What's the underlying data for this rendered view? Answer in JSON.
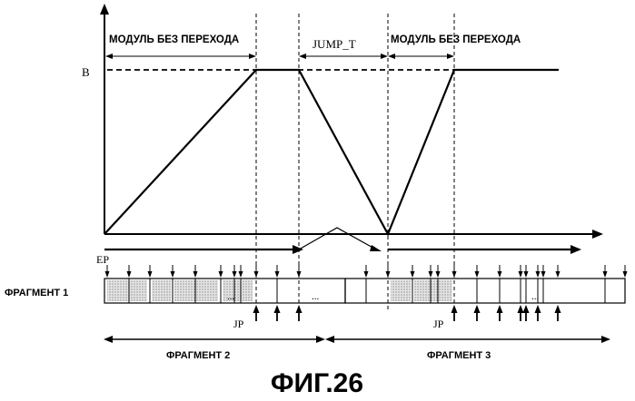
{
  "labels": {
    "module_left": "МОДУЛЬ БЕЗ ПЕРЕХОДА",
    "jump": "JUMP_T",
    "module_right": "МОДУЛЬ БЕЗ ПЕРЕХОДА",
    "b_level": "B",
    "ep": "EP",
    "fragment1": "ФРАГМЕНТ 1",
    "jp_left": "JP",
    "jp_right": "JP",
    "fragment2": "ФРАГМЕНТ 2",
    "fragment3": "ФРАГМЕНТ 3",
    "ellipsis_left": "...",
    "ellipsis_mid": "...",
    "ellipsis_right": "..."
  },
  "caption": "ФИГ.26",
  "colors": {
    "ink": "#000000",
    "dotted_fill": "#d6d6d6",
    "background": "#ffffff"
  }
}
